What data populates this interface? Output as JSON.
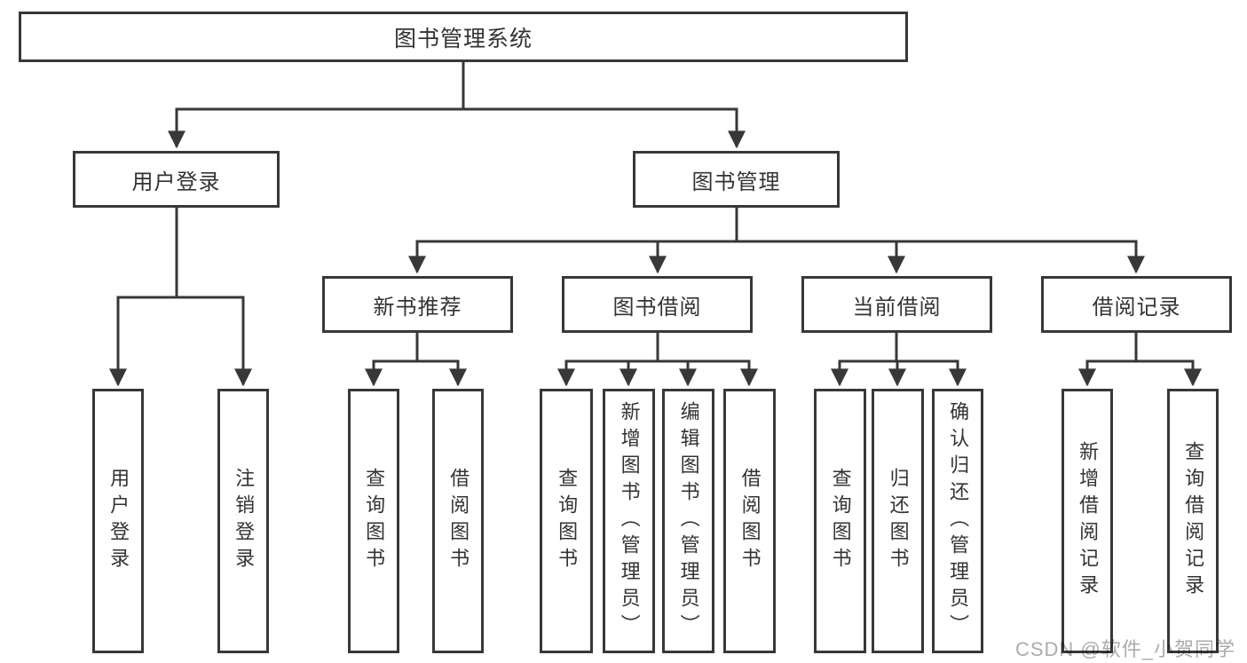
{
  "nodes": {
    "root": "图书管理系统",
    "user_login": "用户登录",
    "book_mgmt": "图书管理",
    "new_book_rec": "新书推荐",
    "book_borrow": "图书借阅",
    "current_borrow": "当前借阅",
    "borrow_records": "借阅记录",
    "leaf_user_login": "用户登录",
    "leaf_logout": "注销登录",
    "leaf_rec_query": "查询图书",
    "leaf_rec_borrow": "借阅图书",
    "leaf_bb_query": "查询图书",
    "leaf_bb_add": "新增图书（管理员）",
    "leaf_bb_edit": "编辑图书（管理员）",
    "leaf_bb_borrow": "借阅图书",
    "leaf_cb_query": "查询图书",
    "leaf_cb_return": "归还图书",
    "leaf_cb_confirm": "确认归还（管理员）",
    "leaf_br_add": "新增借阅记录",
    "leaf_br_query": "查询借阅记录"
  },
  "watermark": "CSDN @软件_小贺同学",
  "style": {
    "line_color": "#383838",
    "border_color": "#383838",
    "text_color": "#333333",
    "watermark_color": "#ababab",
    "background": "#ffffff"
  }
}
